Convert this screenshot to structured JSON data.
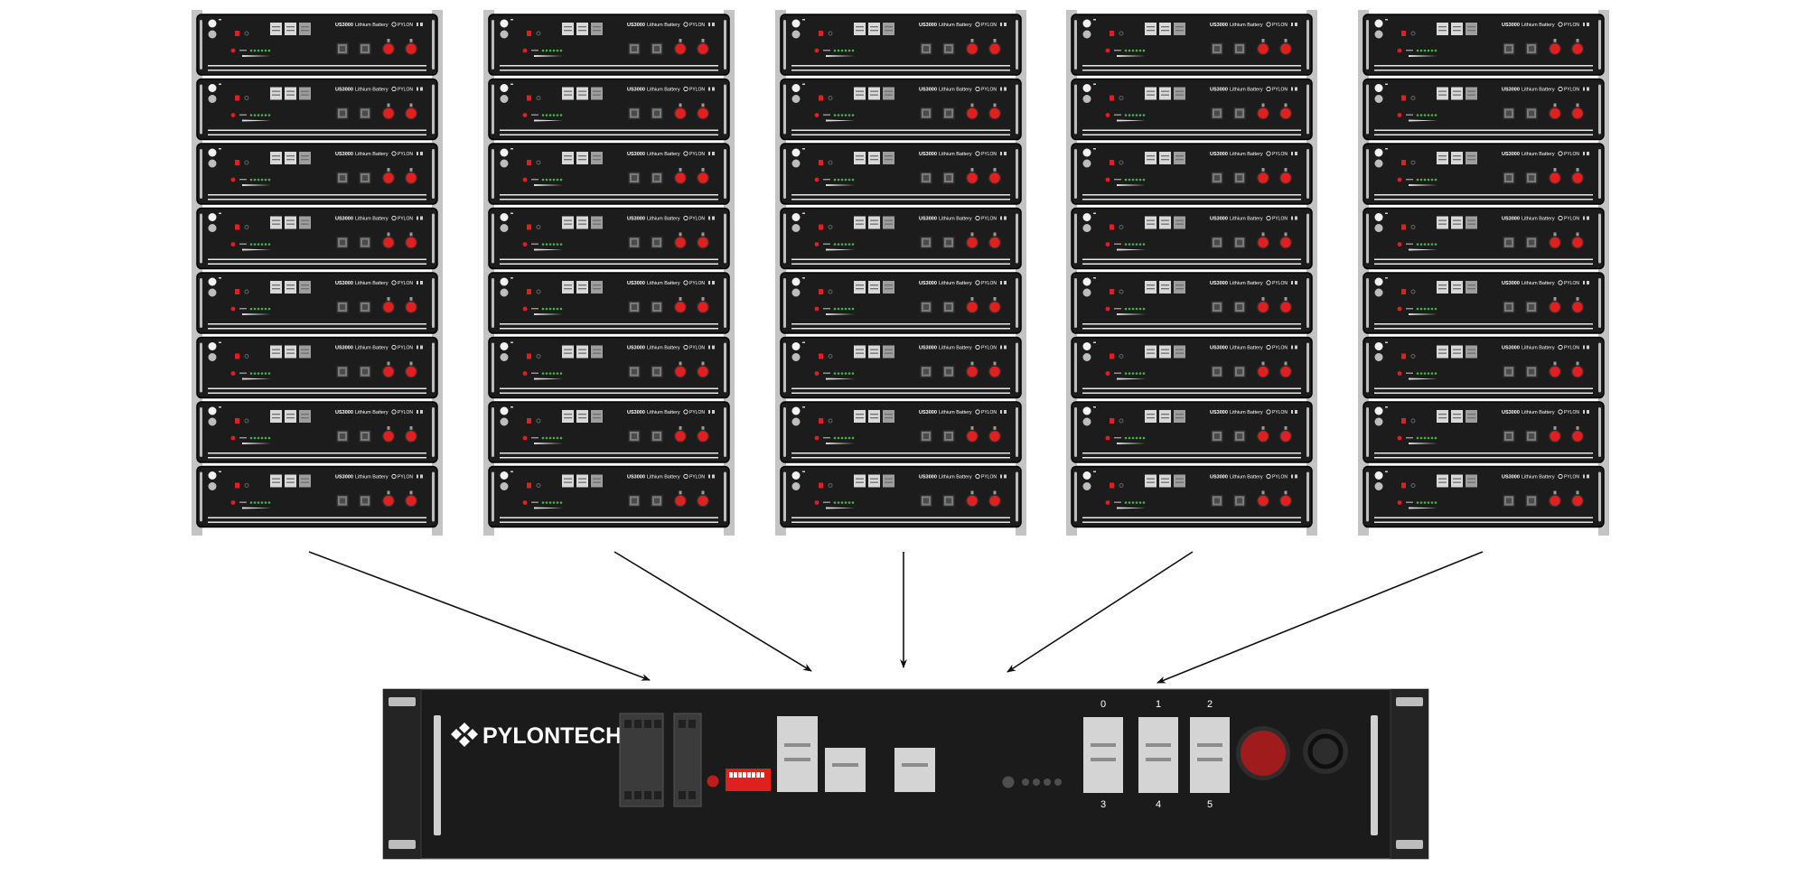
{
  "battery_module": {
    "model_label": "US3000",
    "type_label": "Lithium Battery",
    "brand_label": "PYLON",
    "columns": 5,
    "rows": 8
  },
  "controller": {
    "brand_name": "PYLONTECH",
    "port_labels_top": [
      "0",
      "1",
      "2"
    ],
    "port_labels_bottom": [
      "3",
      "4",
      "5"
    ]
  },
  "arrows": {
    "count": 5
  },
  "colors": {
    "module_body": "#1c1c1c",
    "rack_rail": "#c4c4c4",
    "accent_red": "#e0201f",
    "power_red": "#a01c1c",
    "led_green": "#42b548",
    "connector_grey": "#d9d9d9"
  }
}
